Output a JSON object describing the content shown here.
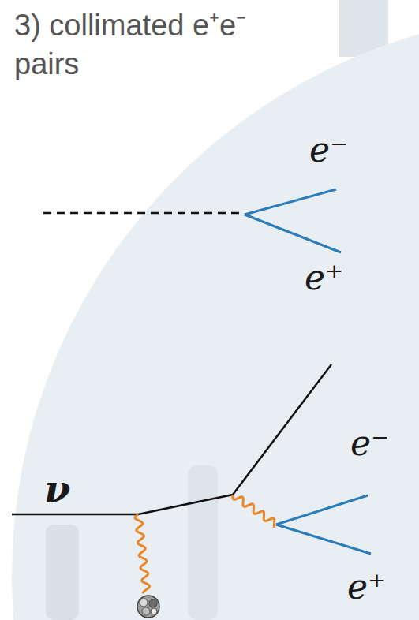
{
  "diagram": {
    "title": "3) collimated e⁺e⁻ pairs",
    "labels": [
      "e⁻",
      "e⁺",
      "ν",
      "e⁻",
      "e⁺"
    ]
  }
}
